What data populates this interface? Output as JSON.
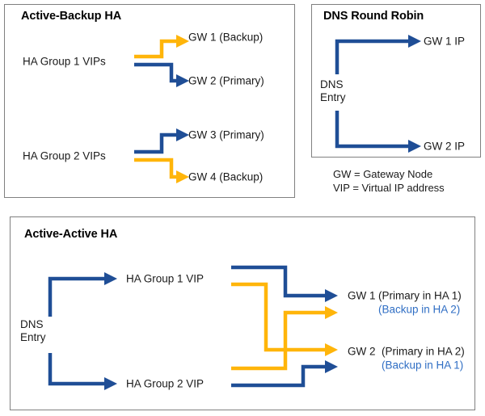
{
  "diagram": {
    "title_internal": "Gateway HA topology options",
    "colors": {
      "blue": "#1F4E96",
      "orange": "#FFB50A",
      "note_blue": "#2F6EC4",
      "panel_border": "#808080",
      "text": "#1A1A1A"
    }
  },
  "panels": {
    "active_backup": {
      "title": "Active-Backup HA",
      "groups": [
        {
          "source": "HA Group 1 VIPs",
          "targets": [
            {
              "label": "GW 1 (Backup)",
              "wire_color": "#FFB50A",
              "role": "Backup"
            },
            {
              "label": "GW 2 (Primary)",
              "wire_color": "#1F4E96",
              "role": "Primary"
            }
          ]
        },
        {
          "source": "HA Group 2 VIPs",
          "targets": [
            {
              "label": "GW 3 (Primary)",
              "wire_color": "#1F4E96",
              "role": "Primary"
            },
            {
              "label": "GW 4 (Backup)",
              "wire_color": "#FFB50A",
              "role": "Backup"
            }
          ]
        }
      ]
    },
    "dns_round_robin": {
      "title": "DNS Round Robin",
      "source_line1": "DNS",
      "source_line2": "Entry",
      "targets": [
        {
          "label": "GW 1 IP",
          "wire_color": "#1F4E96"
        },
        {
          "label": "GW 2 IP",
          "wire_color": "#1F4E96"
        }
      ]
    },
    "legend": {
      "line1": "GW = Gateway Node",
      "line2": "VIP = Virtual IP address"
    },
    "active_active": {
      "title": "Active-Active HA",
      "source_line1": "DNS",
      "source_line2": "Entry",
      "vips": [
        {
          "label": "HA Group 1 VIP"
        },
        {
          "label": "HA Group 2 VIP"
        }
      ],
      "gateways": [
        {
          "name": "GW 1",
          "primary_note": "(Primary in HA 1)",
          "backup_note": "(Backup in HA 2)",
          "primary_wire_color": "#1F4E96",
          "backup_wire_color": "#FFB50A"
        },
        {
          "name": "GW 2",
          "primary_note": "(Primary in HA 2)",
          "backup_note": "(Backup in HA 1)",
          "primary_wire_color": "#FFB50A",
          "backup_wire_color": "#1F4E96"
        }
      ]
    }
  }
}
